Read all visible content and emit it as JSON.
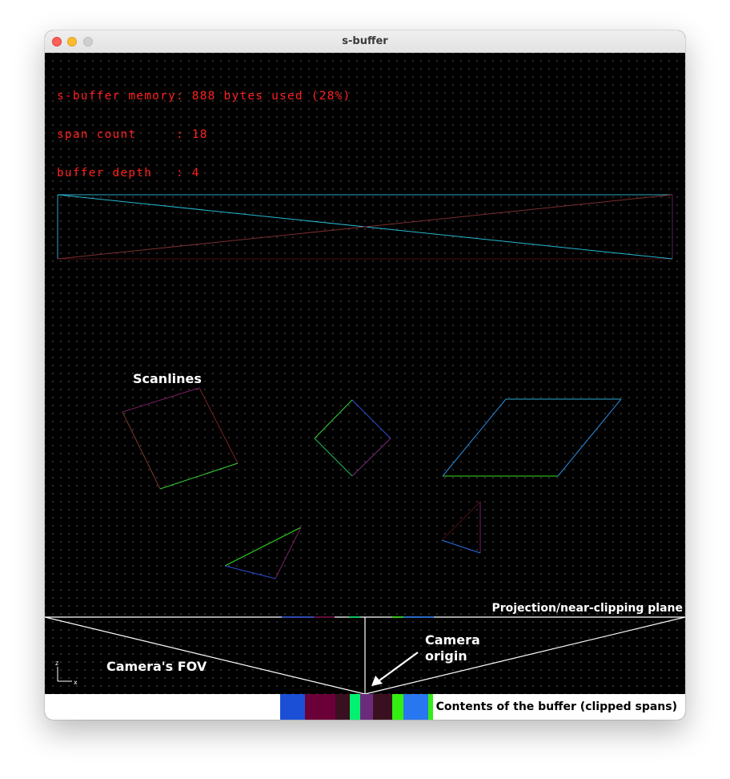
{
  "window": {
    "title": "s-buffer"
  },
  "stats": {
    "memory_line": "s-buffer memory: 888 bytes used (28%)",
    "span_line": "span count     : 18",
    "depth_line": "buffer depth   : 4",
    "color": "#ff2020"
  },
  "labels": {
    "scanlines": "Scanlines",
    "projection_plane": "Projection/near-clipping plane",
    "camera_fov": "Camera's FOV",
    "camera_origin_line1": "Camera",
    "camera_origin_line2": "origin",
    "buffer_caption": "Contents of the buffer (clipped spans)",
    "axis_z": "z",
    "axis_x": "x"
  },
  "buffer_spans": [
    {
      "color": "#1a4fd6"
    },
    {
      "color": "#6b0038"
    },
    {
      "color": "#3a1020"
    },
    {
      "color": "#00f070"
    },
    {
      "color": "#6a2c7a"
    },
    {
      "color": "#3a1020"
    },
    {
      "color": "#33ee11"
    },
    {
      "color": "#2877f0"
    },
    {
      "color": "#33ee11"
    }
  ]
}
